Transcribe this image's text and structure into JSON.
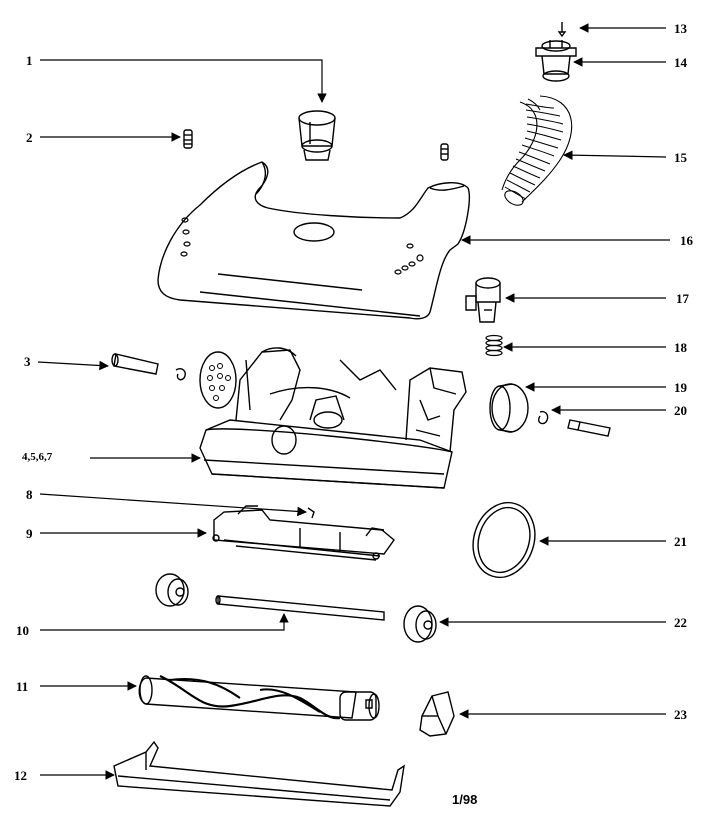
{
  "labels": {
    "p1": "1",
    "p2": "2",
    "p3": "3",
    "p4567": "4,5,6,7",
    "p8": "8",
    "p9": "9",
    "p10": "10",
    "p11": "11",
    "p12": "12",
    "p13": "13",
    "p14": "14",
    "p15": "15",
    "p16": "16",
    "p17": "17",
    "p18": "18",
    "p19": "19",
    "p20": "20",
    "p21": "21",
    "p22": "22",
    "p23": "23"
  },
  "footer": {
    "date_code": "1/98"
  },
  "colors": {
    "line": "#000000",
    "background": "#ffffff"
  }
}
